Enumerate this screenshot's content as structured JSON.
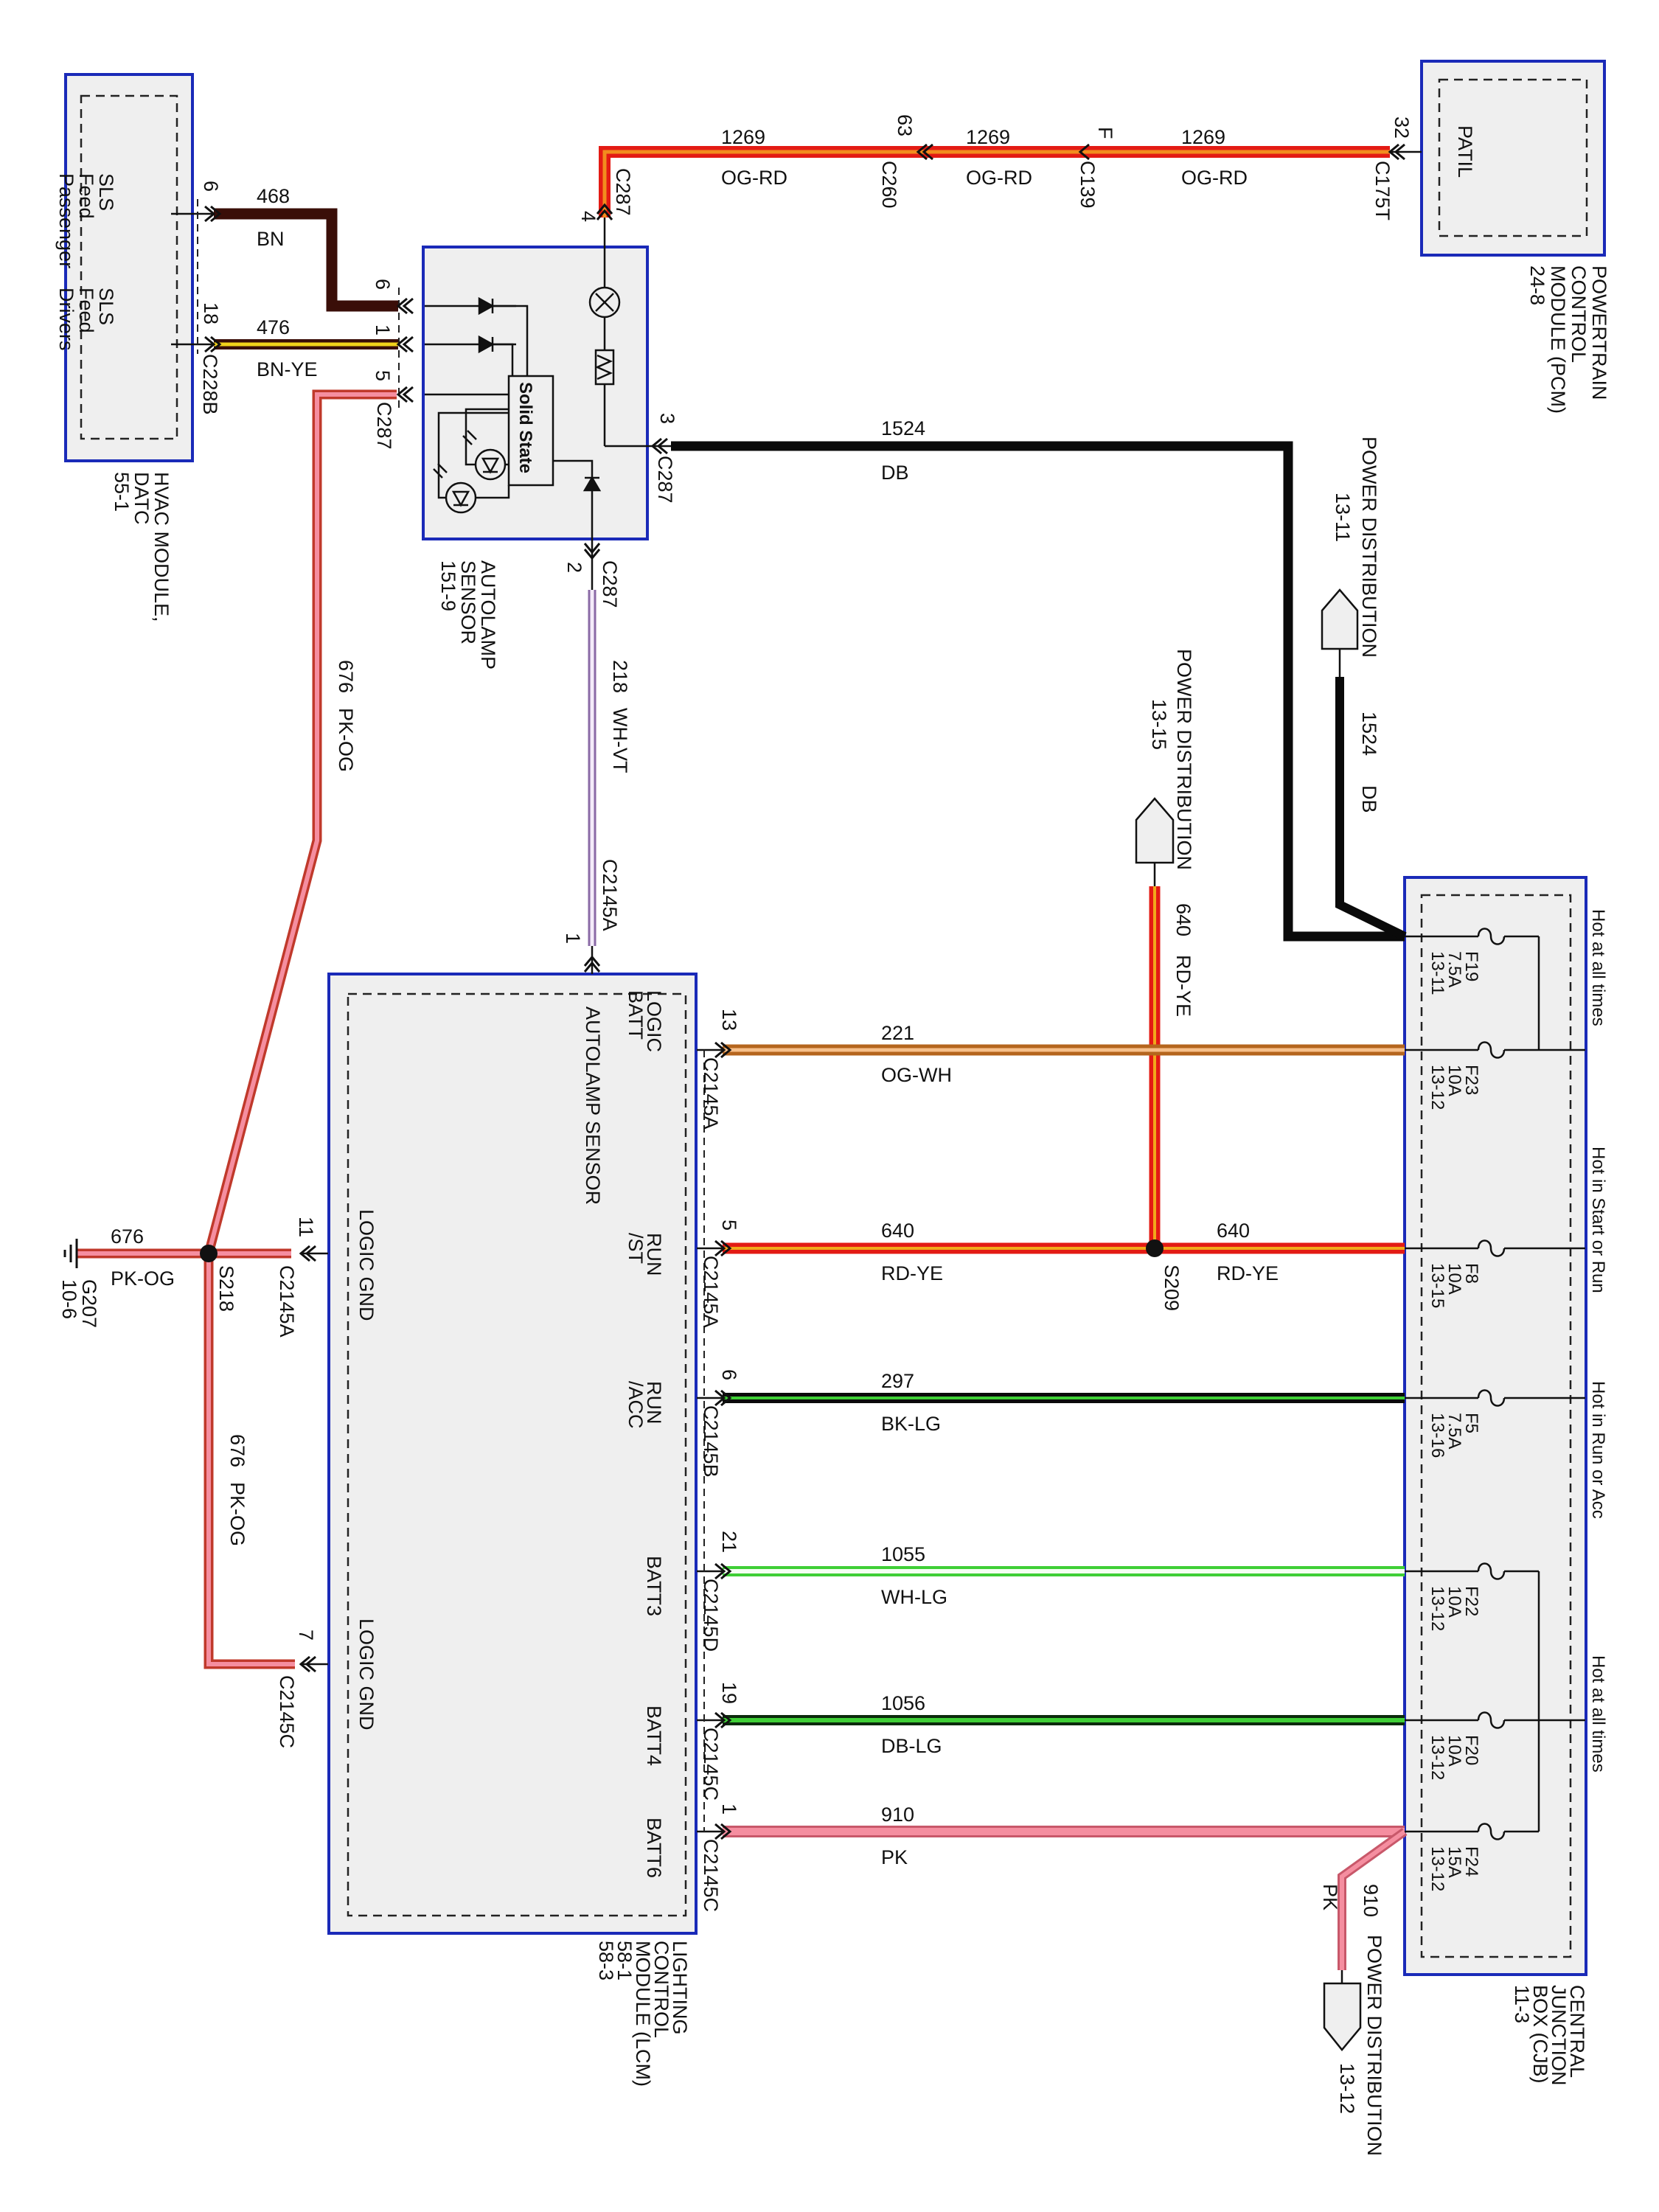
{
  "modules": {
    "hvac": {
      "inner_top": "SLS\nFeed\nPassenger",
      "inner_bottom": "SLS\nFeed\nDrivers",
      "caption": "HVAC MODULE,\nDATC\n55-1"
    },
    "pcm": {
      "inner": "PATIL",
      "caption": "POWERTRAIN\nCONTROL\nMODULE (PCM)\n24-8"
    },
    "autolamp": {
      "solid_state": "Solid State",
      "caption": "AUTOLAMP\nSENSOR\n151-9"
    },
    "lcm": {
      "caption": "LIGHTING\nCONTROL\nMODULE (LCM)\n58-1\n58-3",
      "autolamp_sensor": "AUTOLAMP SENSOR",
      "pins": [
        "LOGIC\nBATT",
        "RUN\n/ST",
        "RUN\n/ACC",
        "BATT3",
        "BATT4",
        "BATT6"
      ],
      "gnd_upper": "LOGIC GND",
      "gnd_lower": "LOGIC GND"
    },
    "cjb": {
      "caption": "CENTRAL\nJUNCTION\nBOX (CJB)\n11-3",
      "hot_labels": [
        "Hot at all times",
        "Hot in Start or Run",
        "Hot in Run or Acc",
        "Hot at all times"
      ],
      "fuses": [
        {
          "name": "F19",
          "amps": "7.5A",
          "ref": "13-11"
        },
        {
          "name": "F23",
          "amps": "10A",
          "ref": "13-12"
        },
        {
          "name": "F8",
          "amps": "10A",
          "ref": "13-15"
        },
        {
          "name": "F5",
          "amps": "7.5A",
          "ref": "13-16"
        },
        {
          "name": "F22",
          "amps": "10A",
          "ref": "13-12"
        },
        {
          "name": "F20",
          "amps": "10A",
          "ref": "13-12"
        },
        {
          "name": "F24",
          "amps": "15A",
          "ref": "13-12"
        }
      ]
    }
  },
  "power_distribution": {
    "pd_1311": {
      "title": "POWER DISTRIBUTION",
      "ref": "13-11"
    },
    "pd_1315": {
      "title": "POWER DISTRIBUTION",
      "ref": "13-15"
    },
    "pd_1312": {
      "title": "POWER DISTRIBUTION",
      "ref": "13-12"
    }
  },
  "wires": {
    "w1269": {
      "circuit": "1269",
      "color": "OG-RD"
    },
    "w468": {
      "circuit": "468",
      "color": "BN"
    },
    "w476": {
      "circuit": "476",
      "color": "BN-YE"
    },
    "w1524": {
      "circuit": "1524",
      "color": "DB"
    },
    "w676": {
      "circuit": "676",
      "color": "PK-OG"
    },
    "w218": {
      "circuit": "218",
      "color": "WH-VT"
    },
    "w640": {
      "circuit": "640",
      "color": "RD-YE"
    },
    "w221": {
      "circuit": "221",
      "color": "OG-WH"
    },
    "w297": {
      "circuit": "297",
      "color": "BK-LG"
    },
    "w1055": {
      "circuit": "1055",
      "color": "WH-LG"
    },
    "w1056": {
      "circuit": "1056",
      "color": "DB-LG"
    },
    "w910": {
      "circuit": "910",
      "color": "PK"
    }
  },
  "connectors": {
    "c175t": "C175T",
    "c139": "C139",
    "c260": "C260",
    "c287": "C287",
    "c228b": "C228B",
    "c2145a": "C2145A",
    "c2145b": "C2145B",
    "c2145c": "C2145C",
    "c2145d": "C2145D"
  },
  "pins": {
    "p32": "32",
    "pF": "F",
    "p63": "63",
    "p4": "4",
    "p6": "6",
    "p18": "18",
    "p1": "1",
    "p5": "5",
    "p3": "3",
    "p2": "2",
    "p13": "13",
    "p11": "11",
    "p7": "7",
    "p21": "21",
    "p19": "19"
  },
  "splices": {
    "s218": "S218",
    "s209": "S209"
  },
  "ground": {
    "name": "G207",
    "ref": "10-6"
  },
  "colors": {
    "border": "#1a2ab8",
    "module_fill": "#efefef",
    "og": "#f28c1e",
    "rd": "#e31b14",
    "pk": "#f58ea0",
    "bn": "#3a0e08",
    "ye": "#f2d21b",
    "db": "#0a0a0a",
    "lg": "#3fcf36",
    "vt": "#b585d6"
  }
}
